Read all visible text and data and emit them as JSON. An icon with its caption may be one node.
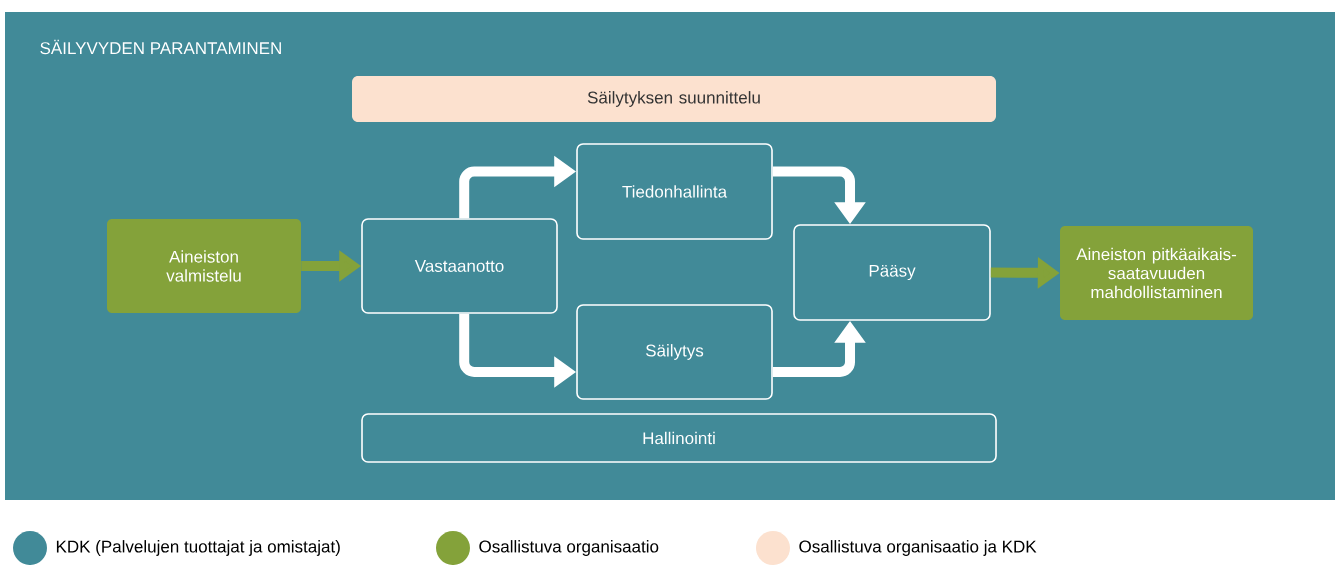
{
  "diagram": {
    "nodes": [
      {
        "text": [
          "SÄILYVYDEN PARANTAMINEN"
        ]
      },
      {
        "text": [
          "Säilytyksen suunnittelu"
        ],
        "in": 0
      },
      {
        "text": [
          "Aineiston valmistelu"
        ],
        "in": 0
      },
      {
        "text": [
          "Vastaanotto"
        ],
        "in": 0
      },
      {
        "text": [
          "Tiedonhallinta"
        ],
        "in": 0
      },
      {
        "text": [
          "Säilytys"
        ],
        "in": 0
      },
      {
        "text": [
          "Pääsy"
        ],
        "in": 0
      },
      {
        "text": [
          "Aineiston pitkäaikais- saatavuuden mahdollistaminen"
        ],
        "in": 0
      },
      {
        "text": [
          "Hallinointi"
        ],
        "in": 0
      }
    ],
    "edges": [
      {
        "from": 2,
        "to": 3,
        "arrow": "to",
        "color": "#84a23a"
      },
      {
        "from": 3,
        "to": 4,
        "arrow": "to"
      },
      {
        "from": 3,
        "to": 5,
        "arrow": "to"
      },
      {
        "from": 4,
        "to": 6,
        "arrow": "to"
      },
      {
        "from": 5,
        "to": 6,
        "arrow": "to"
      },
      {
        "from": 6,
        "to": 7,
        "arrow": "to",
        "color": "#84a23a"
      }
    ],
    "legend": [
      {
        "text": "KDK (Palvelujen tuottajat ja omistajat)",
        "color": "#418a98"
      },
      {
        "text": "Osallistuva organisaatio",
        "color": "#84a23a"
      },
      {
        "text": "Osallistuva organisaatio ja KDK",
        "color": "#fce1cf"
      }
    ]
  }
}
